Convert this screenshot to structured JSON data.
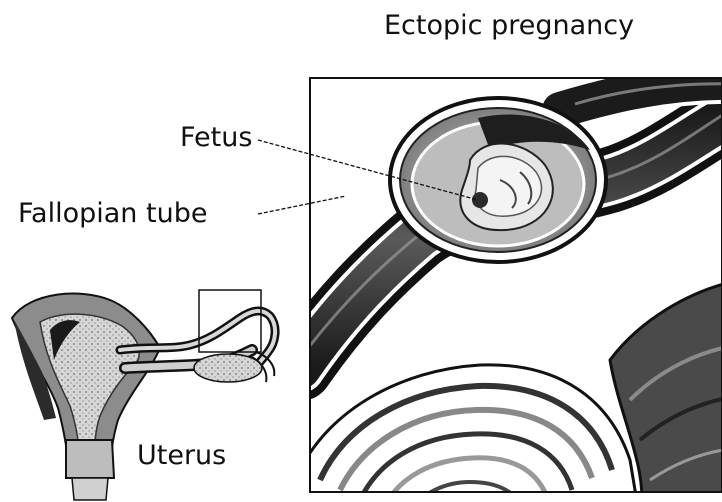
{
  "title": "Ectopic pregnancy",
  "labels": {
    "fetus": "Fetus",
    "fallopian_tube": "Fallopian tube",
    "uterus": "Uterus"
  }
}
